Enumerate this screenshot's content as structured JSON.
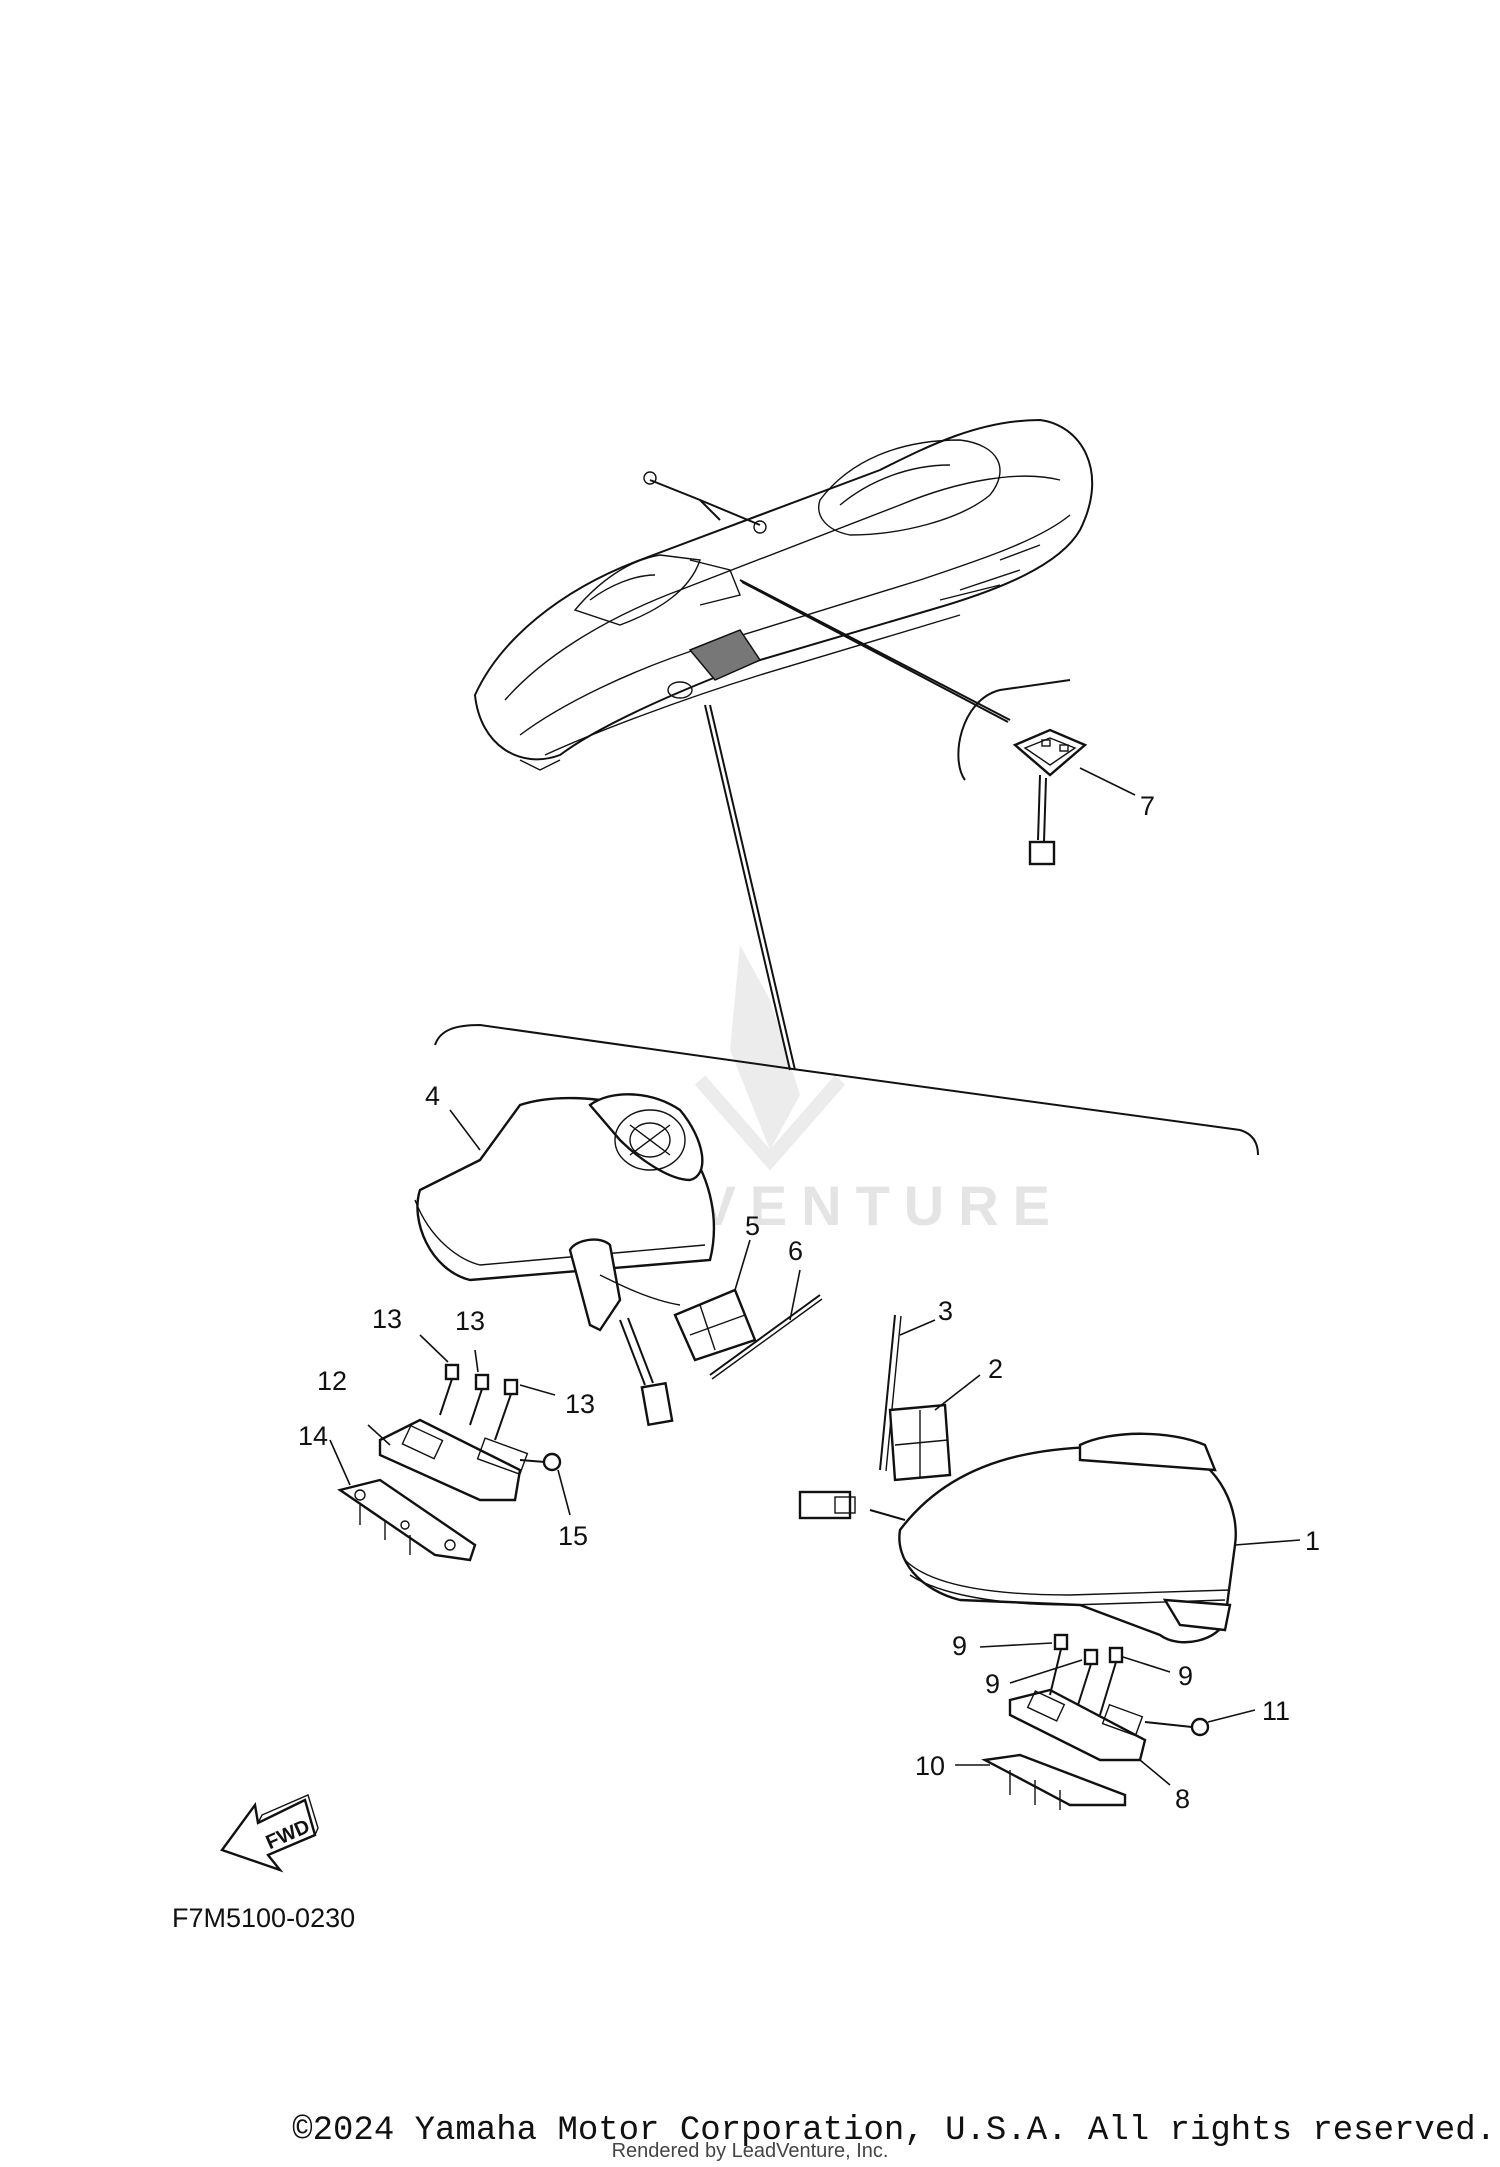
{
  "callouts": [
    "1",
    "2",
    "3",
    "4",
    "5",
    "6",
    "7",
    "8",
    "9",
    "9",
    "9",
    "10",
    "11",
    "12",
    "13",
    "13",
    "13",
    "14",
    "15"
  ],
  "ref_code": "F7M5100-0230",
  "fwd_label": "FWD",
  "watermark": "LEADVENTURE",
  "copyright": "©2024 Yamaha Motor Corporation, U.S.A. All rights reserved.",
  "rendered_by": "Rendered by LeadVenture, Inc."
}
